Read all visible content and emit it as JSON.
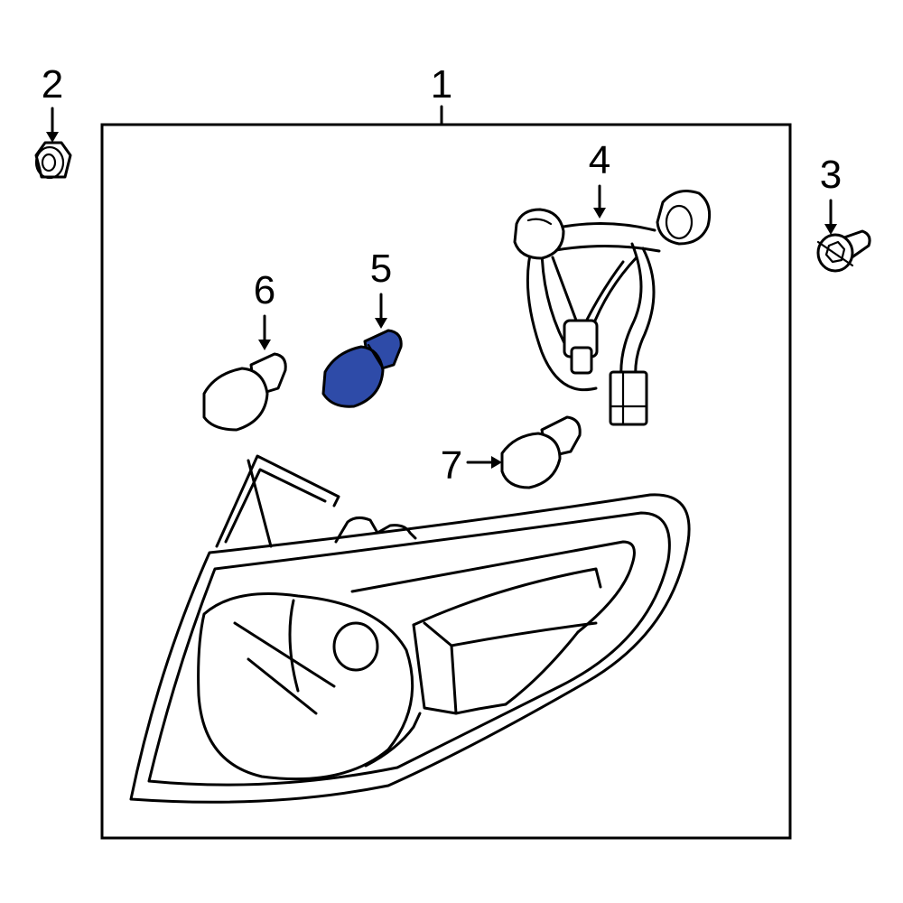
{
  "diagram": {
    "highlight_color": "#2e4ba8",
    "highlighted_part": "5",
    "callouts": {
      "c1": "1",
      "c2": "2",
      "c3": "3",
      "c4": "4",
      "c5": "5",
      "c6": "6",
      "c7": "7"
    }
  }
}
